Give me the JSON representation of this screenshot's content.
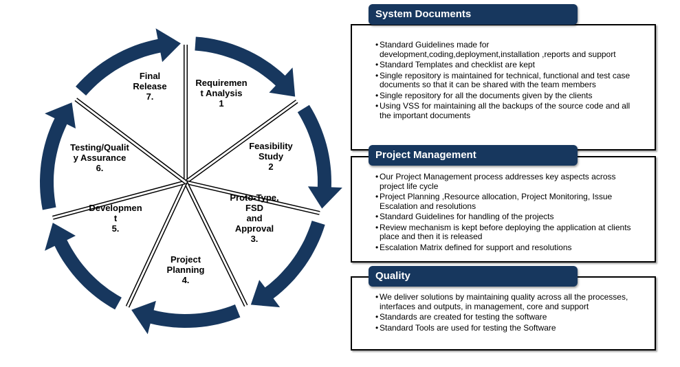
{
  "cycle": {
    "segments": [
      {
        "lines": [
          "Requiremen",
          "t Analysis",
          "1"
        ]
      },
      {
        "lines": [
          "Feasibility",
          "Study",
          "2"
        ]
      },
      {
        "lines": [
          "Proto-Type,",
          "FSD",
          "and",
          "Approval",
          "3."
        ]
      },
      {
        "lines": [
          "Project",
          "Planning",
          "4."
        ]
      },
      {
        "lines": [
          "Developmen",
          "t",
          "5."
        ]
      },
      {
        "lines": [
          "Testing/Qualit",
          "y Assurance",
          "6."
        ]
      },
      {
        "lines": [
          "Final",
          "Release",
          "7."
        ]
      }
    ],
    "colors": {
      "arrow": "#17375e",
      "wedge": "#ffffff",
      "outline": "#000000"
    }
  },
  "panels": [
    {
      "title": "System Documents",
      "items": [
        "Standard Guidelines  made for development,coding,deployment,installation ,reports and support",
        "Standard Templates  and checklist are  kept",
        "Single repository is maintained for technical,  functional  and test case documents so that it can be shared with the team members",
        "Single repository for all the documents given by the clients",
        "Using VSS for maintaining all the backups of the source code and all the important documents"
      ]
    },
    {
      "title": "Project Management",
      "items": [
        "Our Project  Management process addresses key aspects across project life cycle",
        "Project Planning ,Resource allocation, Project Monitoring, Issue Escalation and resolutions",
        "Standard Guidelines  for handling of the projects",
        "Review mechanism is kept before deploying the application at clients place  and then it is released",
        "Escalation Matrix defined for support and resolutions"
      ]
    },
    {
      "title": "Quality",
      "items": [
        "We deliver  solutions by maintaining quality across  all the processes, interfaces and outputs, in management,  core and support",
        "Standards are created  for testing the software",
        "Standard Tools are used for testing the Software"
      ]
    }
  ],
  "colors": {
    "header_bg": "#17375e",
    "header_text": "#ffffff"
  }
}
